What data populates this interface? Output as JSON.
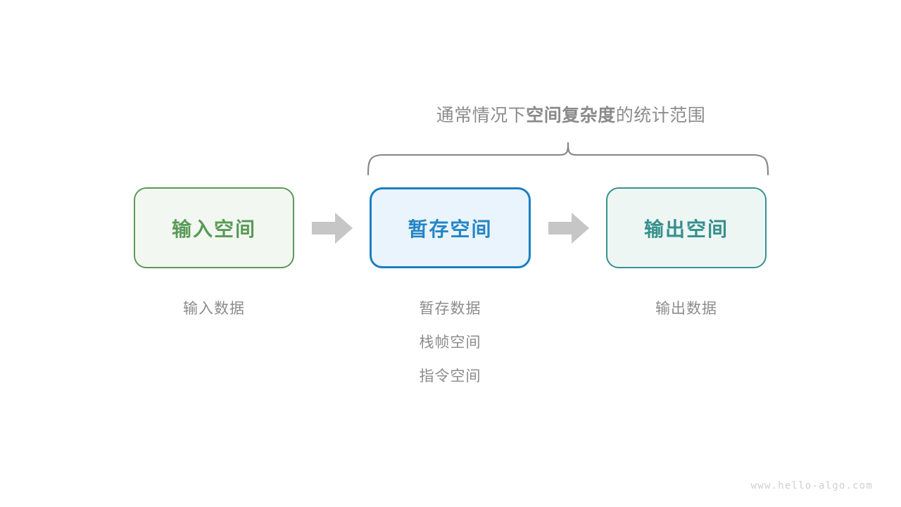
{
  "diagram": {
    "title_caption": {
      "prefix": "通常情况下",
      "emphasis": "空间复杂度",
      "suffix": "的统计范围"
    },
    "brace": {
      "name": "curly-brace",
      "color": "#808080",
      "spans_boxes": [
        "暂存空间",
        "输出空间"
      ]
    },
    "boxes": [
      {
        "id": "input-space",
        "label": "输入空间",
        "border_color": "#5a9a57",
        "fill_color": "#f2f8f1",
        "text_color": "#5a9a57",
        "caption_lines": [
          "输入数据"
        ]
      },
      {
        "id": "temp-space",
        "label": "暂存空间",
        "border_color": "#1a7fc2",
        "fill_color": "#eaf4fc",
        "text_color": "#2485c5",
        "caption_lines": [
          "暂存数据",
          "栈帧空间",
          "指令空间"
        ]
      },
      {
        "id": "output-space",
        "label": "输出空间",
        "border_color": "#359390",
        "fill_color": "#eef6f4",
        "text_color": "#35908c",
        "caption_lines": [
          "输出数据"
        ]
      }
    ],
    "arrows": [
      {
        "id": "arrow-input-to-temp",
        "direction": "right",
        "color": "#c6c6c6"
      },
      {
        "id": "arrow-temp-to-output",
        "direction": "right",
        "color": "#c6c6c6"
      }
    ],
    "watermark": "www.hello-algo.com"
  }
}
